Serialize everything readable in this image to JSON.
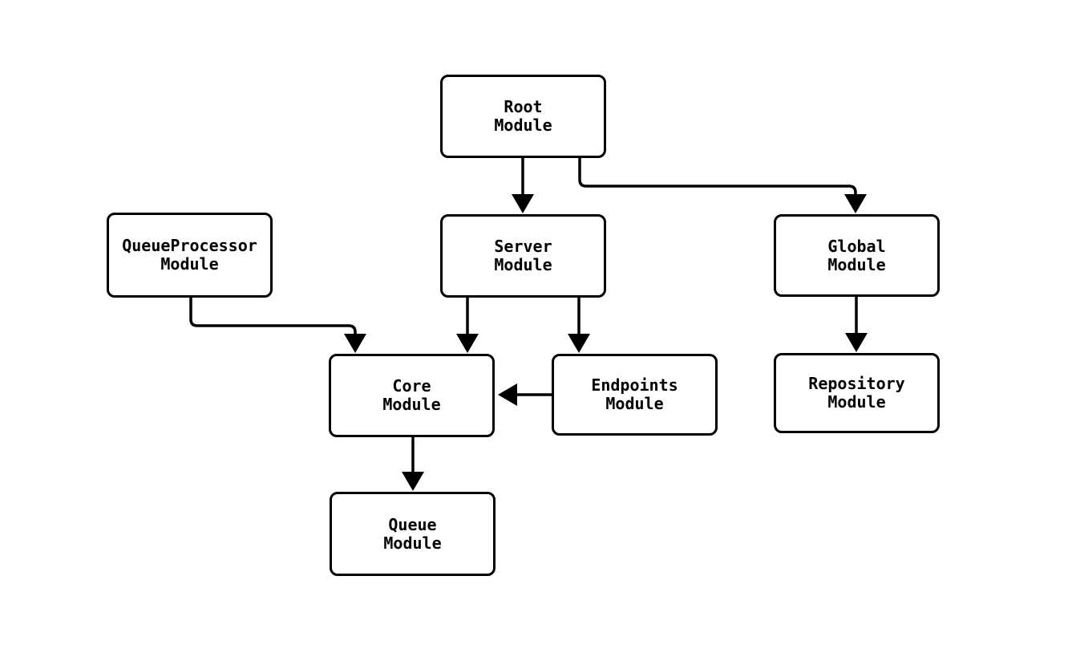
{
  "diagram": {
    "type": "flowchart",
    "background": "#ffffff",
    "node_fill": "#ffffff",
    "node_border_color": "#000000",
    "edge_color": "#000000",
    "text_color": "#000000",
    "nodes": [
      {
        "id": "root",
        "label": "Root\nModule"
      },
      {
        "id": "server",
        "label": "Server\nModule"
      },
      {
        "id": "global",
        "label": "Global\nModule"
      },
      {
        "id": "queueprocessor",
        "label": "QueueProcessor\nModule"
      },
      {
        "id": "core",
        "label": "Core\nModule"
      },
      {
        "id": "endpoints",
        "label": "Endpoints\nModule"
      },
      {
        "id": "repository",
        "label": "Repository\nModule"
      },
      {
        "id": "queue",
        "label": "Queue\nModule"
      }
    ],
    "edges": [
      {
        "from": "Root Module",
        "to": "Server Module"
      },
      {
        "from": "Root Module",
        "to": "Global Module"
      },
      {
        "from": "QueueProcessor Module",
        "to": "Core Module"
      },
      {
        "from": "Server Module",
        "to": "Core Module"
      },
      {
        "from": "Server Module",
        "to": "Endpoints Module"
      },
      {
        "from": "Endpoints Module",
        "to": "Core Module"
      },
      {
        "from": "Global Module",
        "to": "Repository Module"
      },
      {
        "from": "Core Module",
        "to": "Queue Module"
      }
    ]
  }
}
